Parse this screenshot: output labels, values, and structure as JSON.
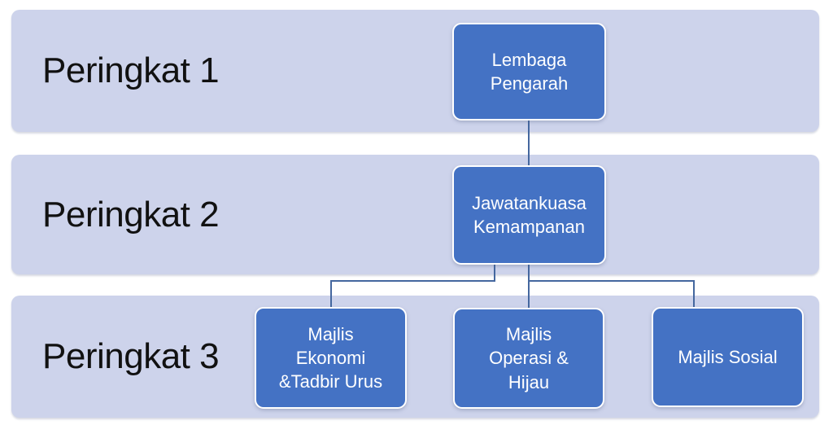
{
  "diagram": {
    "type": "org-chart",
    "levels": [
      {
        "label": "Peringkat 1",
        "nodes": [
          {
            "id": "lembaga-pengarah",
            "label": "Lembaga\nPengarah"
          }
        ]
      },
      {
        "label": "Peringkat 2",
        "nodes": [
          {
            "id": "jawatankuasa-kemampanan",
            "label": "Jawatankuasa\nKemampanan"
          }
        ]
      },
      {
        "label": "Peringkat 3",
        "nodes": [
          {
            "id": "majlis-ekonomi-tadbir-urus",
            "label": "Majlis\nEkonomi\n&Tadbir Urus"
          },
          {
            "id": "majlis-operasi-hijau",
            "label": "Majlis\nOperasi &\nHijau"
          },
          {
            "id": "majlis-sosial",
            "label": "Majlis Sosial"
          }
        ]
      }
    ],
    "edges": [
      {
        "from": "lembaga-pengarah",
        "to": "jawatankuasa-kemampanan"
      },
      {
        "from": "jawatankuasa-kemampanan",
        "to": "majlis-ekonomi-tadbir-urus"
      },
      {
        "from": "jawatankuasa-kemampanan",
        "to": "majlis-operasi-hijau"
      },
      {
        "from": "jawatankuasa-kemampanan",
        "to": "majlis-sosial"
      }
    ],
    "colors": {
      "background": "#FFFFFF",
      "band_fill": "#CDD3EB",
      "band_text": "#111111",
      "node_fill": "#4472C4",
      "node_border": "#FFFFFF",
      "node_text": "#FFFFFF",
      "connector": "#44679F"
    }
  }
}
